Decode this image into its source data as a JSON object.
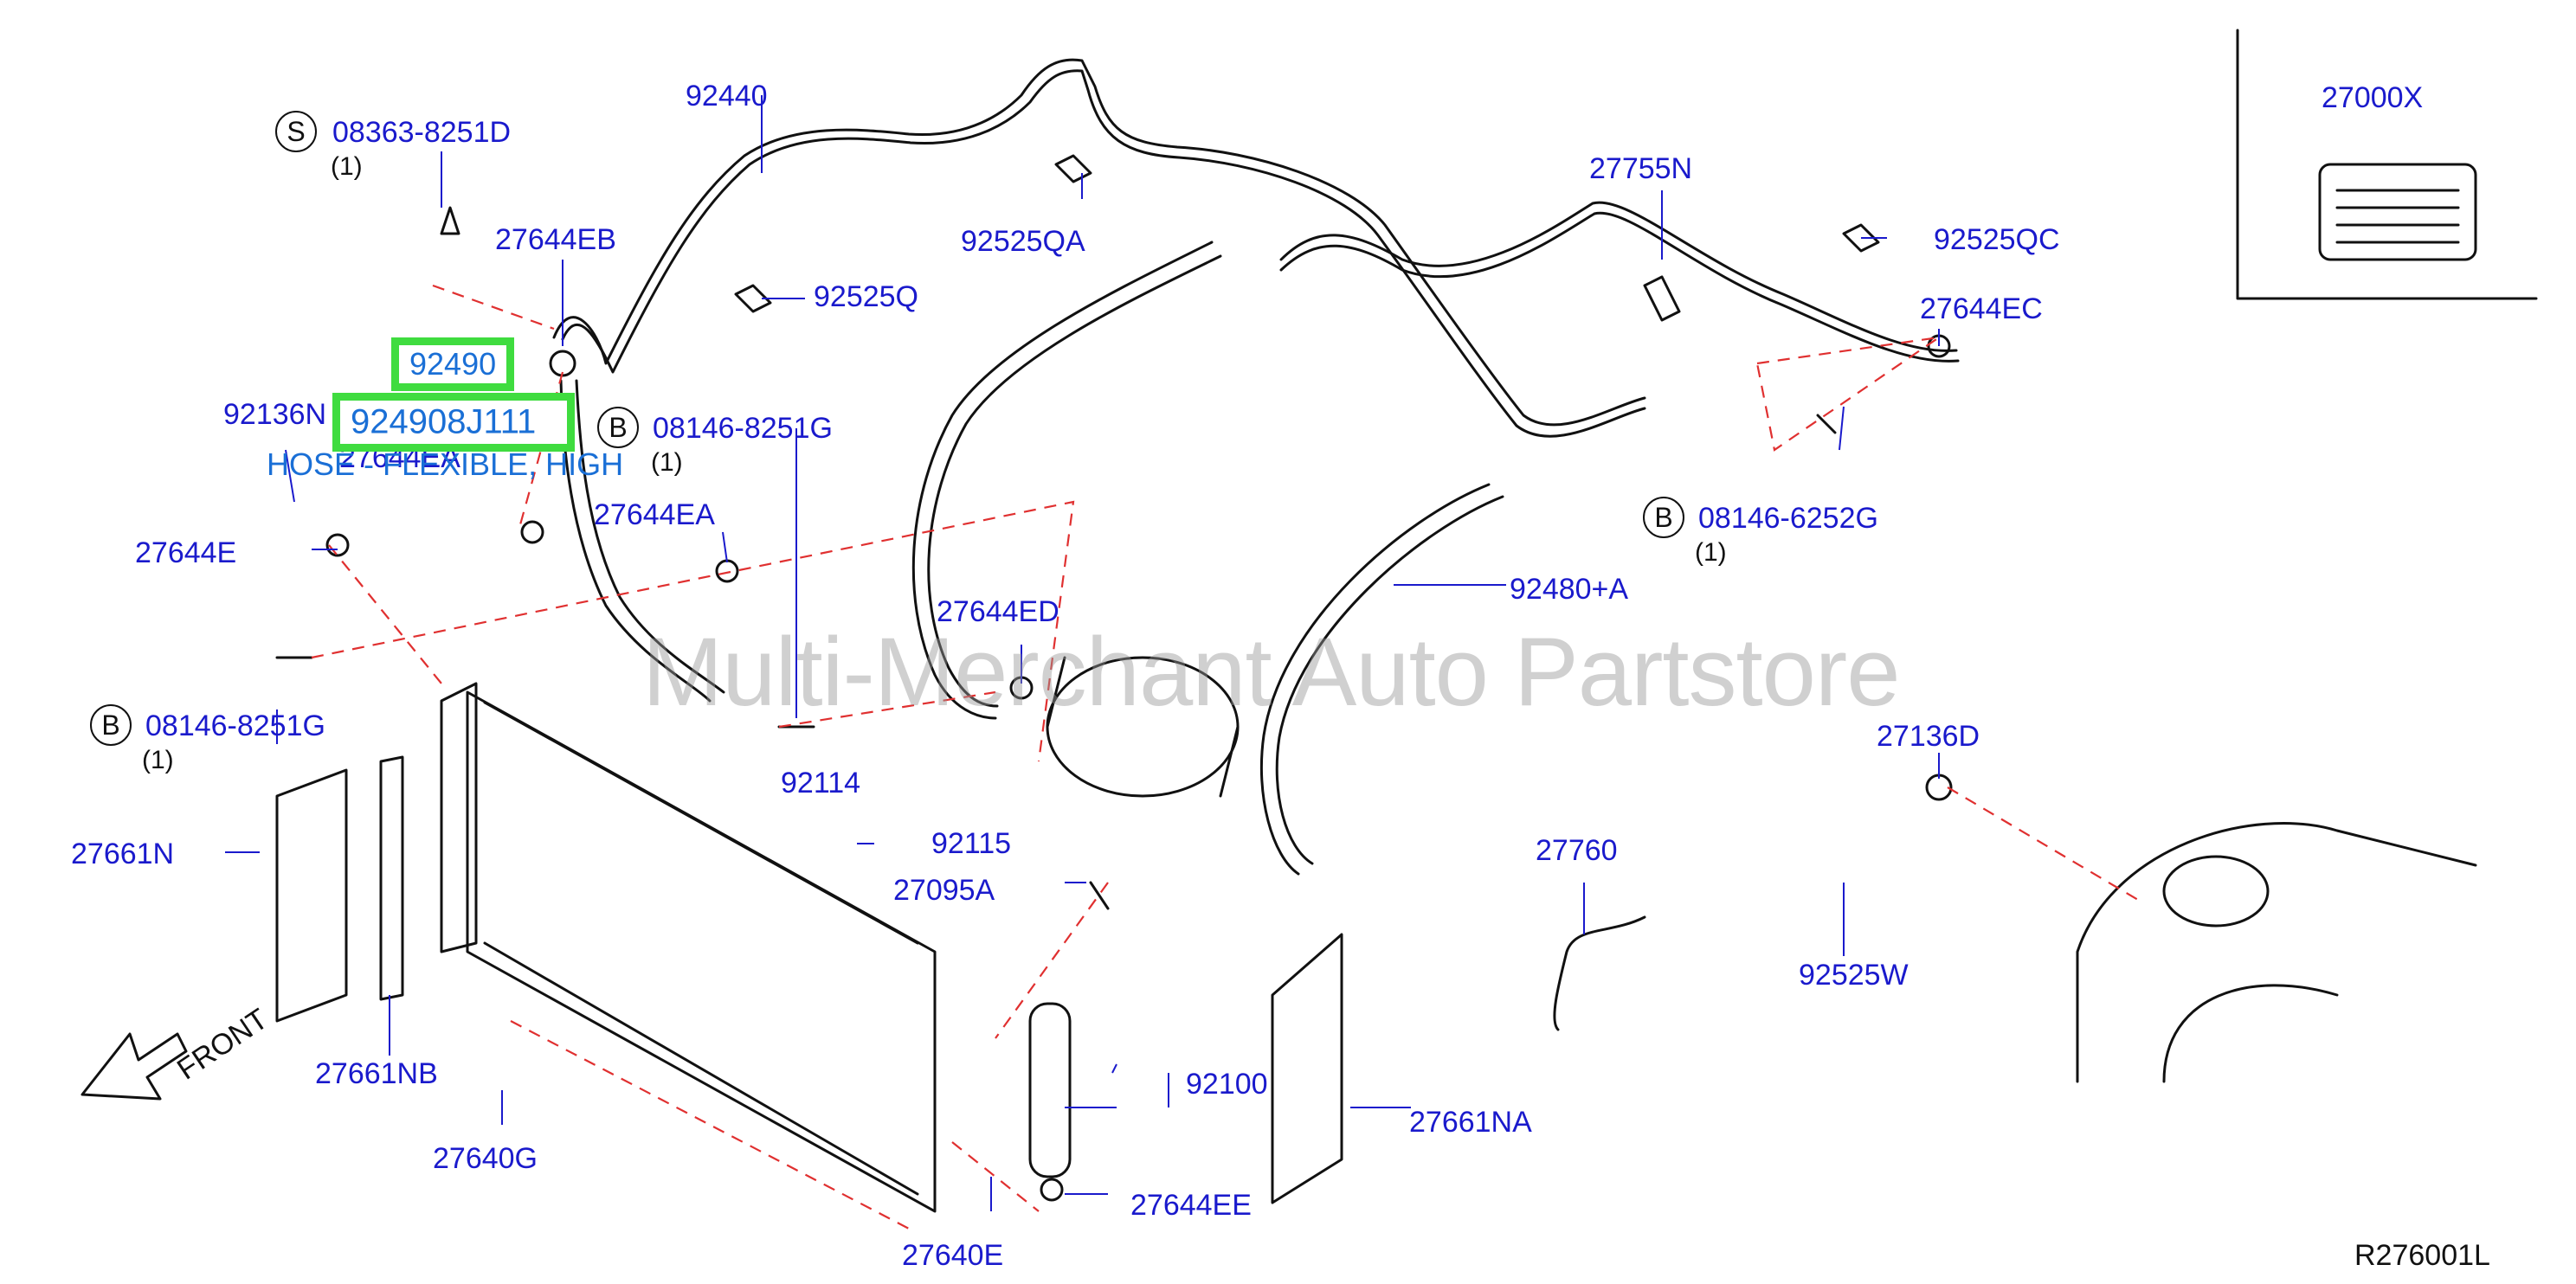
{
  "diagram_code": "R276001L",
  "watermark": "Multi-Merchant Auto Partstore",
  "front_label": "FRONT",
  "highlight": {
    "ref": "92490",
    "part_number": "924908J111",
    "description": "HOSE - FLEXIBLE, HIGH",
    "color": "#3fdc3f"
  },
  "callouts": {
    "p08363_8251D": "08363-8251D",
    "p92440": "92440",
    "p27644EB": "27644EB",
    "p92525Q": "92525Q",
    "p92525QA": "92525QA",
    "p27755N": "27755N",
    "p92525QC": "92525QC",
    "p27000X": "27000X",
    "p27644EC": "27644EC",
    "p08146_8251G_a": "08146-8251G",
    "p92136N": "92136N",
    "p27644EA_a": "27644EA",
    "p27644EA_b": "27644EA",
    "p27644E": "27644E",
    "p08146_6252G": "08146-6252G",
    "p92480A": "92480+A",
    "p27644ED": "27644ED",
    "p08146_8251G_b": "08146-8251G",
    "p92114": "92114",
    "p27136D": "27136D",
    "p27661N": "27661N",
    "p92115": "92115",
    "p27095A": "27095A",
    "p27760": "27760",
    "p92525W": "92525W",
    "p92100": "92100",
    "p27661NB": "27661NB",
    "p27661NA": "27661NA",
    "p27640G": "27640G",
    "p27644EE": "27644EE",
    "p27640E": "27640E"
  },
  "quantities": {
    "q1": "(1)",
    "q2": "(1)",
    "q3": "(1)",
    "q4": "(1)"
  },
  "symbols": {
    "s": "S",
    "b1": "B",
    "b2": "B",
    "b3": "B"
  },
  "colors": {
    "callout": "#1a1acc",
    "line": "#1a1acc",
    "dash": "#e03030",
    "drawing": "#111111"
  }
}
